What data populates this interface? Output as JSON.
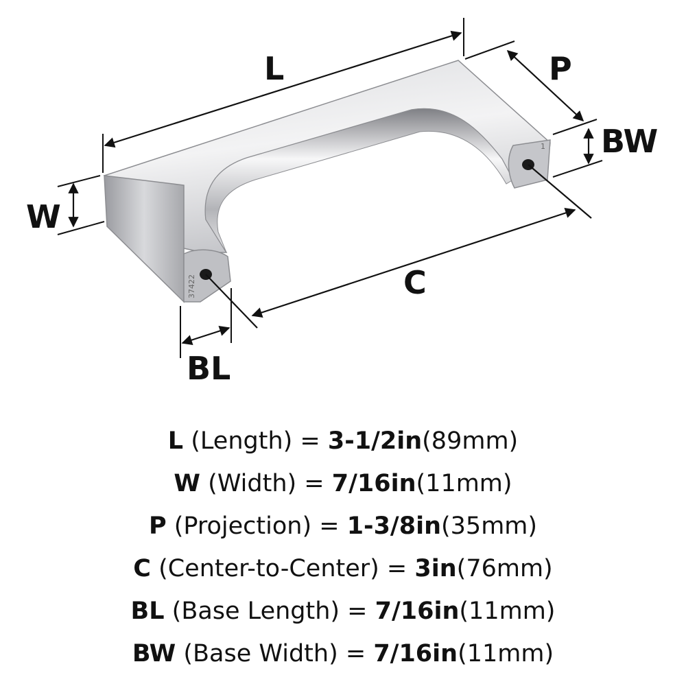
{
  "diagram": {
    "labels": {
      "length": "L",
      "width": "W",
      "projection": "P",
      "base_width": "BW",
      "center_to_center": "C",
      "base_length": "BL"
    },
    "stamps": {
      "part_number": "37422",
      "end_mark": "1"
    },
    "colors": {
      "metal_light": "#f2f2f3",
      "metal_mid": "#c9cacd",
      "metal_dark": "#8a8b8f",
      "line": "#111111"
    }
  },
  "specs": [
    {
      "symbol": "L",
      "name": "(Length) = ",
      "imperial": "3-1/2in",
      "metric": "(89mm)"
    },
    {
      "symbol": "W",
      "name": "(Width) = ",
      "imperial": "7/16in",
      "metric": "(11mm)"
    },
    {
      "symbol": "P",
      "name": "(Projection) = ",
      "imperial": "1-3/8in",
      "metric": "(35mm)"
    },
    {
      "symbol": "C",
      "name": "(Center-to-Center) = ",
      "imperial": "3in",
      "metric": "(76mm)"
    },
    {
      "symbol": "BL",
      "name": "(Base Length) = ",
      "imperial": "7/16in",
      "metric": "(11mm)"
    },
    {
      "symbol": "BW",
      "name": "(Base Width) = ",
      "imperial": "7/16in",
      "metric": "(11mm)"
    }
  ]
}
